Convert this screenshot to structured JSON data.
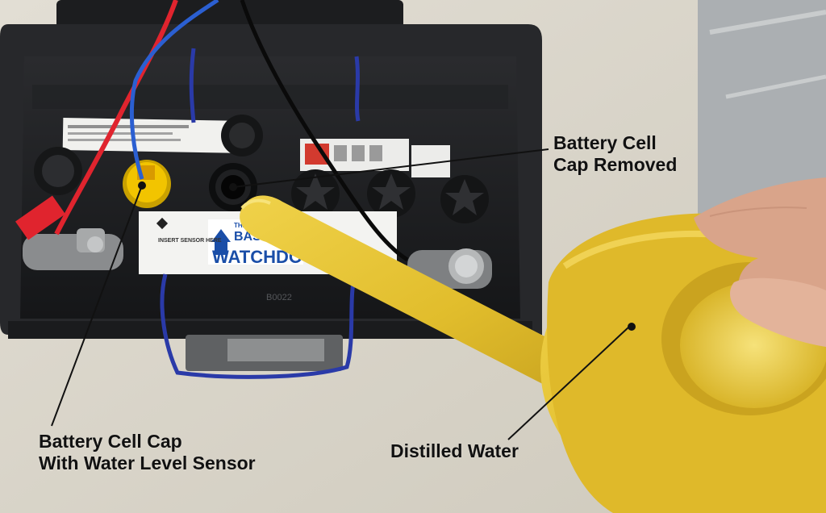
{
  "callouts": {
    "cap_removed": {
      "line1": "Battery Cell",
      "line2": "Cap Removed"
    },
    "cap_sensor": {
      "line1": "Battery Cell Cap",
      "line2": "With Water Level Sensor"
    },
    "distilled_water": {
      "text": "Distilled Water"
    }
  },
  "battery_label": {
    "brand_top": "THE",
    "brand_mid": "BASEMENT",
    "brand_bottom": "WATCHDOG",
    "sensor_note": "INSERT SENSOR HERE",
    "lot_code": "B0022"
  },
  "icons": {
    "sensor_cap": "water-level-sensor-icon",
    "open_cell": "open-cell-icon",
    "watering_can": "watering-can-icon",
    "terminal": "battery-terminal-icon"
  },
  "colors": {
    "background": "#d8d4c8",
    "battery_case": "#1e1f21",
    "sensor_cap": "#f2c400",
    "watering_can": "#e8c83a",
    "wire_red": "#e0242e",
    "wire_blue": "#2b5fd1",
    "strap": "#2a3aa8",
    "callout_text": "#111111"
  }
}
